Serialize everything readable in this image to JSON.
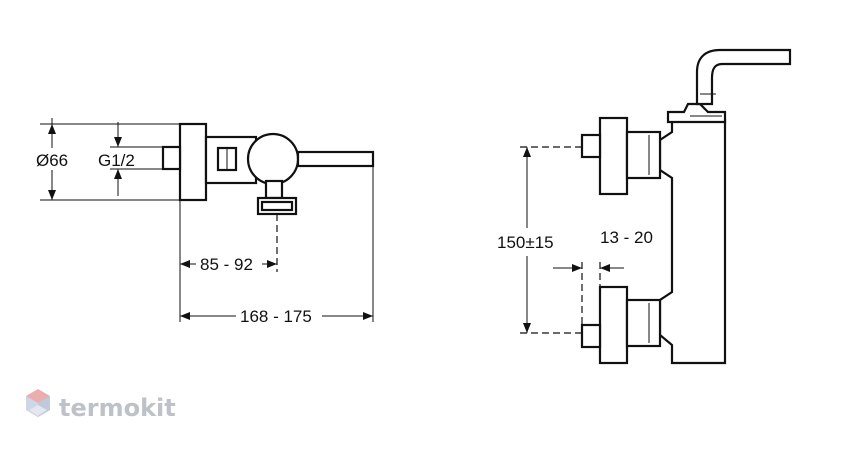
{
  "dimensions": {
    "diameter": "Ø66",
    "thread": "G1/2",
    "outlet_offset": "85 - 92",
    "total_length": "168 - 175",
    "center_distance": "150±15",
    "inlet_depth": "13 - 20"
  },
  "watermark": {
    "brand": "termokit",
    "logo_colors": [
      "#e9a6a6",
      "#c8d3e6",
      "#b9c4d6"
    ]
  }
}
